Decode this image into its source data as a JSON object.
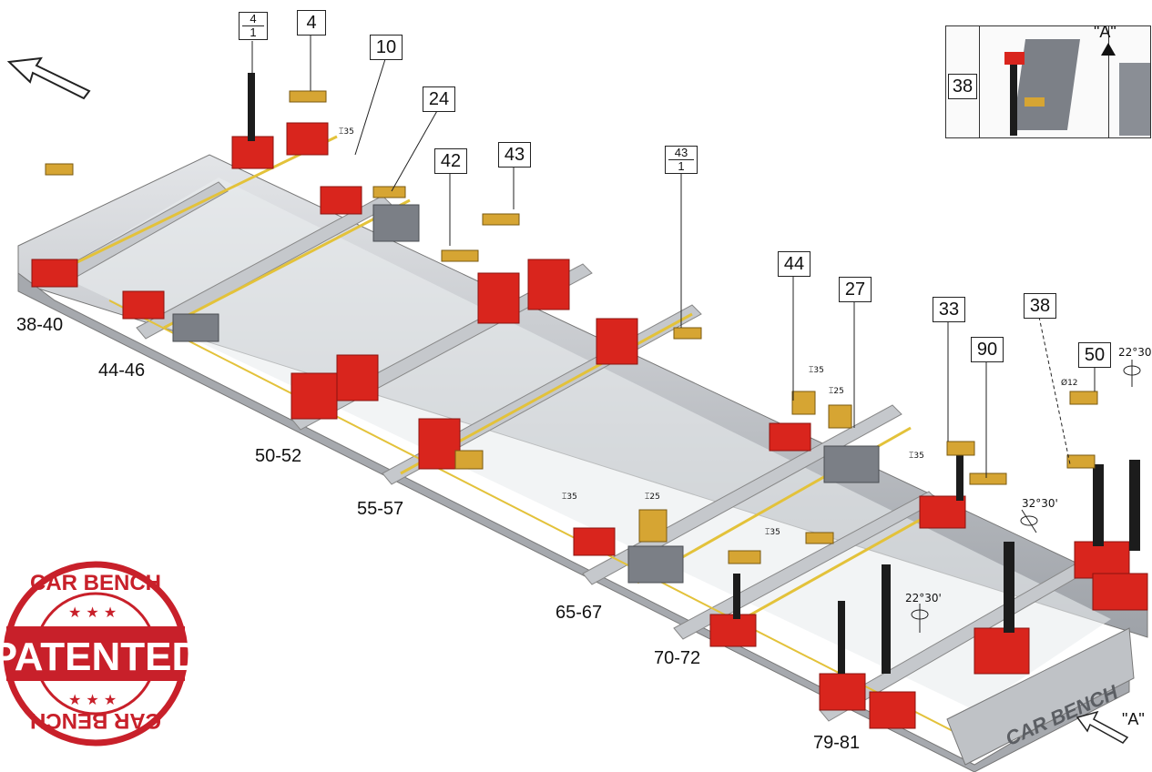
{
  "callouts": {
    "c4a_top": "4",
    "c4a_bottom": "1",
    "c4": "4",
    "c10": "10",
    "c24": "24",
    "c42": "42",
    "c43": "43",
    "c43a_top": "43",
    "c43a_bottom": "1",
    "c44": "44",
    "c27": "27",
    "c33": "33",
    "c38": "38",
    "c90": "90",
    "c50": "50",
    "inset38": "38"
  },
  "ranges": {
    "r38": "38-40",
    "r44": "44-46",
    "r50": "50-52",
    "r55": "55-57",
    "r65": "65-67",
    "r70": "70-72",
    "r79": "79-81"
  },
  "small_labels": {
    "s1": "35",
    "s2": "35",
    "s3": "25",
    "s4": "35",
    "s5": "35",
    "s6": "25",
    "s7": "35",
    "dia": "Ø12"
  },
  "angles": {
    "a1": "22°30'",
    "a2": "32°30'",
    "a3": "22°30'"
  },
  "view": {
    "inset_label": "\"A\"",
    "arrow_label": "\"A\""
  },
  "bench_text": "CAR BENCH",
  "stamp": {
    "top": "CAR BENCH",
    "center": "PATENTED",
    "bottom": "CAR BENCH"
  },
  "colors": {
    "frame": "#b9bcc1",
    "clamp_red": "#d9251d",
    "arm_yellow": "#d6a533",
    "stamp_red": "#c8202a",
    "tower_black": "#1c1c1c"
  }
}
